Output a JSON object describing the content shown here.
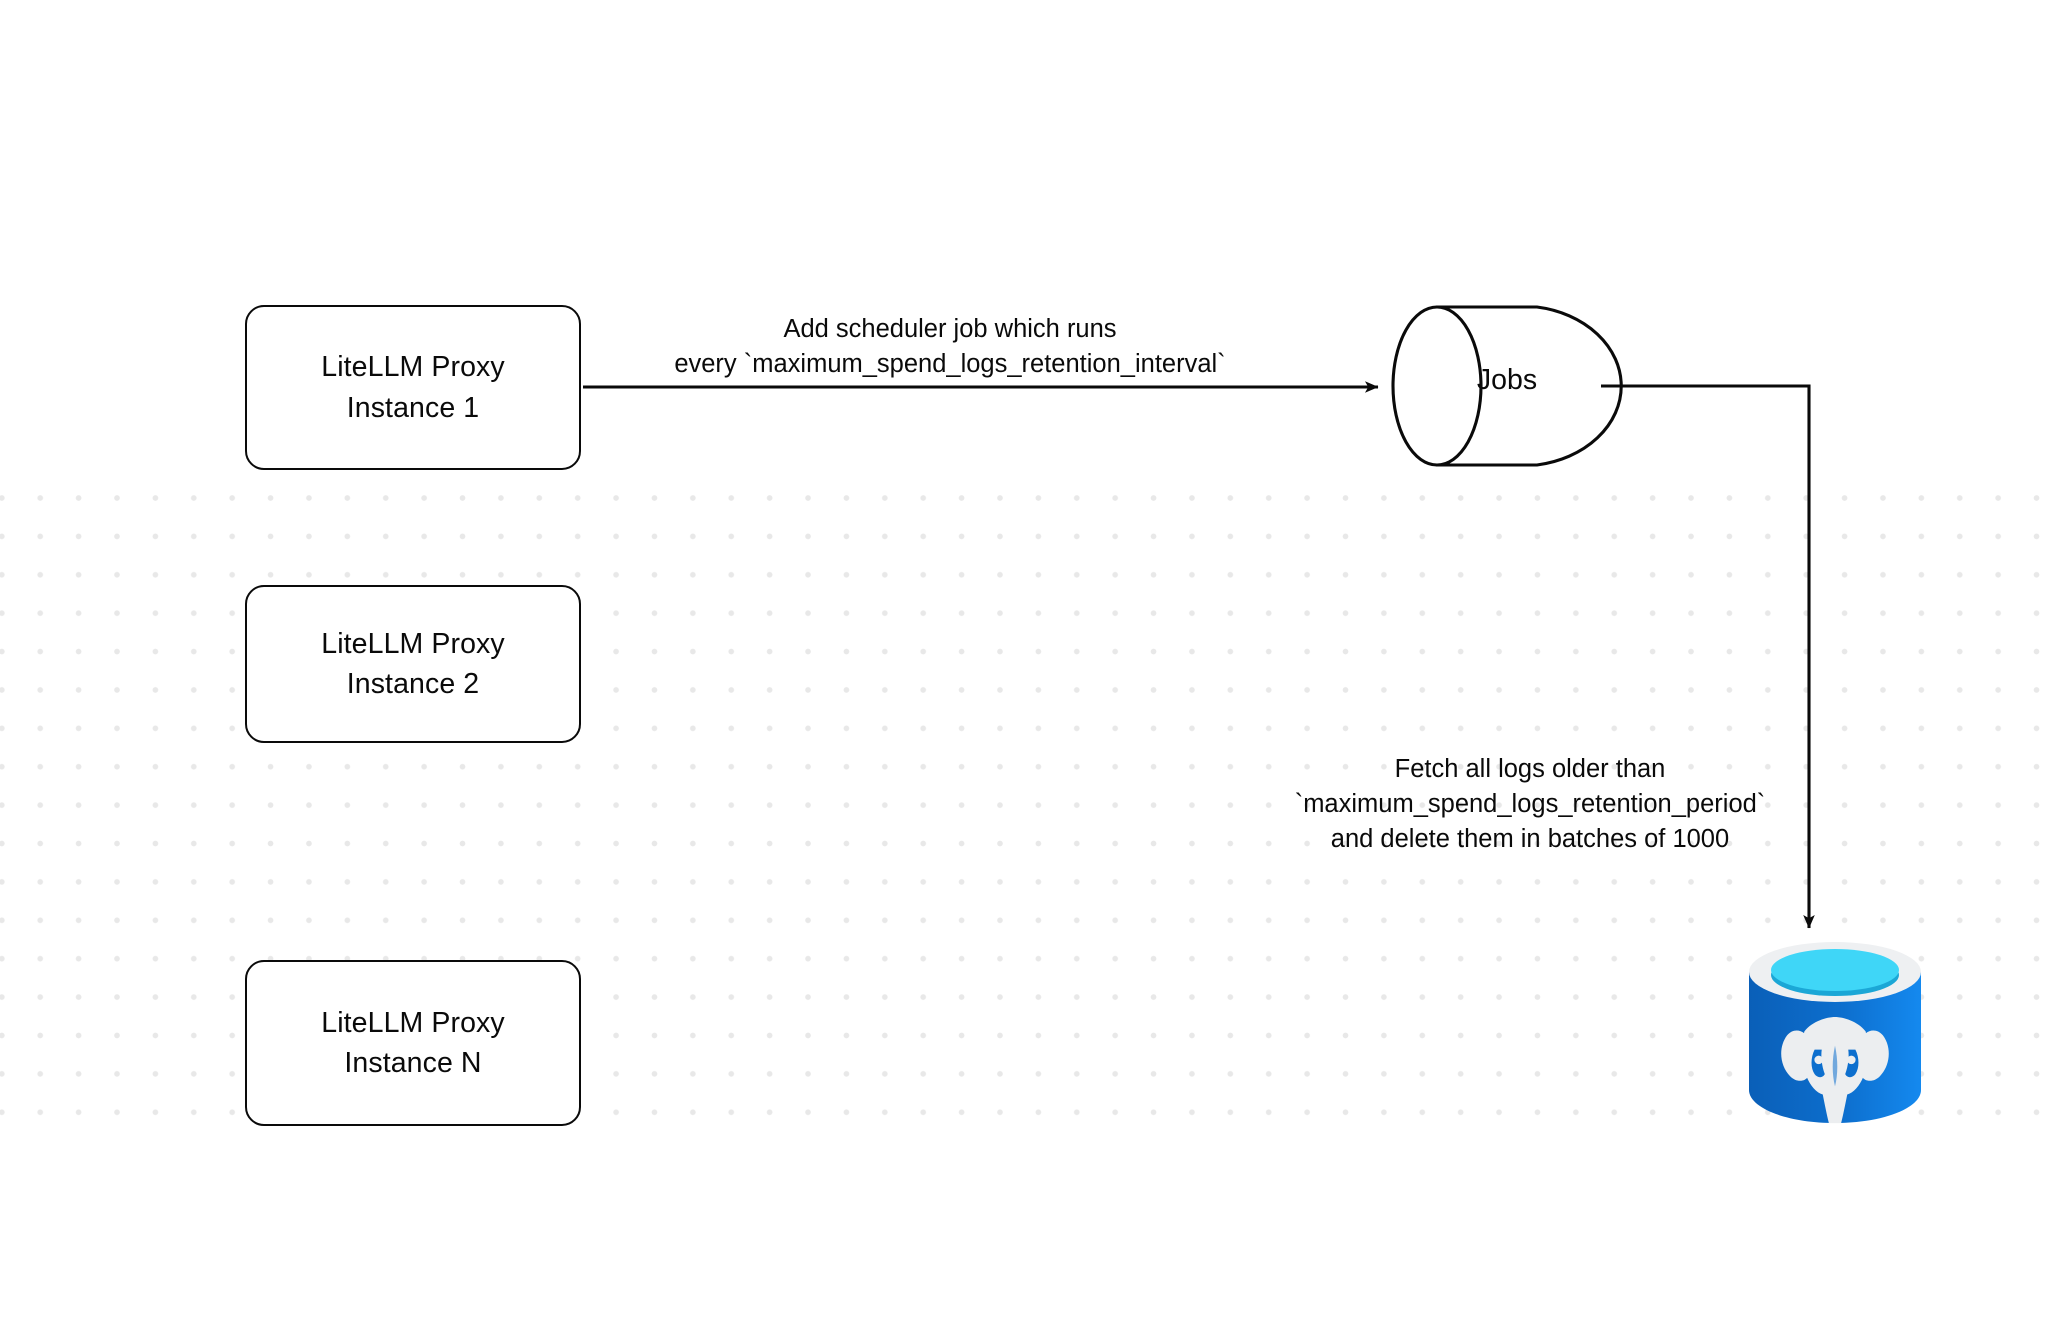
{
  "diagram": {
    "title": "LiteLLM spend logs retention scheduler flow",
    "background": "#ffffff",
    "grid_dot_color": "#e8e8e8",
    "stroke_color": "#0a0a0a"
  },
  "nodes": {
    "proxy_instances": [
      {
        "id": "instance-1",
        "line1": "LiteLLM Proxy",
        "line2": "Instance 1"
      },
      {
        "id": "instance-2",
        "line1": "LiteLLM Proxy",
        "line2": "Instance 2"
      },
      {
        "id": "instance-n",
        "line1": "LiteLLM Proxy",
        "line2": "Instance N"
      }
    ],
    "jobs_queue": {
      "id": "jobs",
      "label": "Jobs",
      "shape": "cylinder"
    },
    "database": {
      "id": "postgres",
      "icon": "postgresql-database-icon",
      "colors": {
        "body_dark": "#0a62bd",
        "body_light": "#1283e8",
        "rim": "#eceef0",
        "liquid": "#3fd6f7",
        "liquid_shadow": "#1ba7d6",
        "elephant": "#eceef0"
      }
    }
  },
  "edges": [
    {
      "id": "edge-scheduler",
      "from": "instance-1",
      "to": "jobs",
      "lines": [
        {
          "text": "Add scheduler job which runs",
          "boxed": true
        },
        {
          "text": "every `maximum_spend_logs_retention_interval`",
          "boxed": false
        }
      ]
    },
    {
      "id": "edge-fetch-delete",
      "from": "jobs",
      "to": "postgres",
      "lines": [
        {
          "text": "Fetch all logs older than",
          "boxed": true
        },
        {
          "text": "`maximum_spend_logs_retention_period`",
          "boxed": false
        },
        {
          "text": "and delete them in batches of 1000",
          "boxed": false
        }
      ]
    }
  ]
}
